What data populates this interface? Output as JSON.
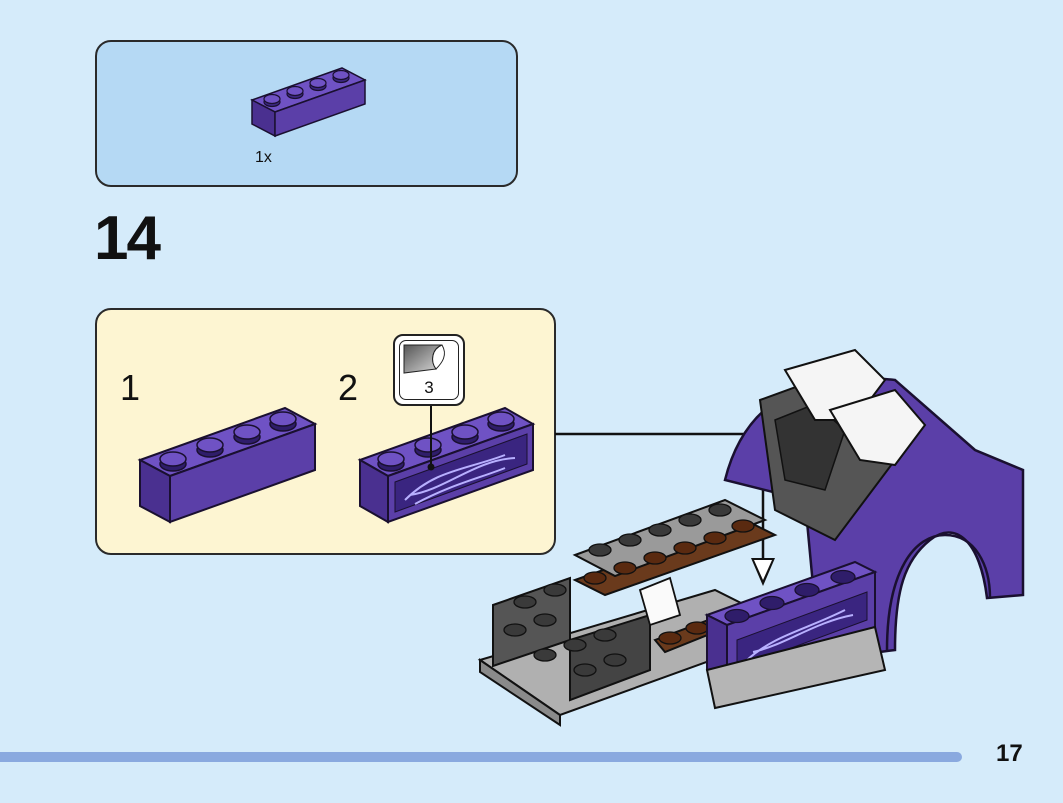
{
  "parts_list": {
    "quantity": "1x",
    "part_color": "#5b3fa8"
  },
  "step": {
    "number": "14"
  },
  "callout": {
    "substep_1": "1",
    "substep_2": "2",
    "sticker_number": "3"
  },
  "page": {
    "number": "17"
  },
  "colors": {
    "background": "#d5ebfa",
    "parts_box": "#b5d9f4",
    "callout_box": "#fdf5d2",
    "brick_purple": "#5b3fa8",
    "footer_bar": "#8aa9df"
  }
}
